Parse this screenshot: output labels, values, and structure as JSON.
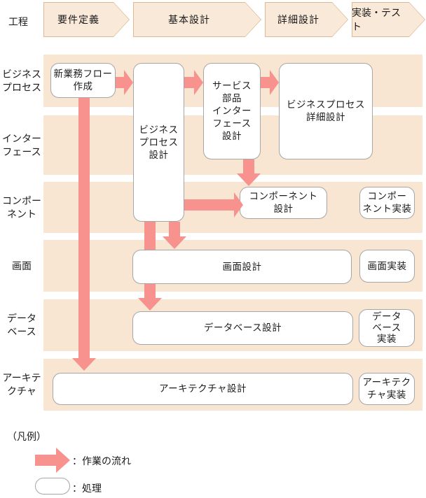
{
  "colors": {
    "band": "#f8e6d3",
    "chevron_fill": "#f9e9d9",
    "chevron_border": "#dcba95",
    "arrow": "#f7928f",
    "box_border": "#a6a6a6",
    "text": "#1a1a1a"
  },
  "header": {
    "label": "工程",
    "phases": [
      {
        "label": "要件定義"
      },
      {
        "label": "基本設計"
      },
      {
        "label": "詳細設計"
      },
      {
        "label": "実装・テスト"
      }
    ]
  },
  "rows": [
    {
      "label": "ビジネス\nプロセス"
    },
    {
      "label": "インター\nフェース"
    },
    {
      "label": "コンポー\nネント"
    },
    {
      "label": "画面"
    },
    {
      "label": "データ\nベース"
    },
    {
      "label": "アーキテ\nクチャ"
    }
  ],
  "boxes": {
    "new_business_flow": "新業務フロー\n作成",
    "business_process_design": "ビジネス\nプロセス\n設計",
    "service_parts_interface_design": "サービス\n部品\nインター\nフェース\n設計",
    "business_process_detail_design": "ビジネスプロセス\n詳細設計",
    "component_design": "コンポーネント\n設計",
    "component_impl": "コンポー\nネント実装",
    "screen_design": "画面設計",
    "screen_impl": "画面実装",
    "database_design": "データベース設計",
    "database_impl": "データ\nベース\n実装",
    "architecture_design": "アーキテクチャ設計",
    "architecture_impl": "アーキテク\nチャ実装"
  },
  "legend": {
    "title": "（凡例）",
    "flow_label": "：作業の流れ",
    "process_label": "：処理"
  }
}
